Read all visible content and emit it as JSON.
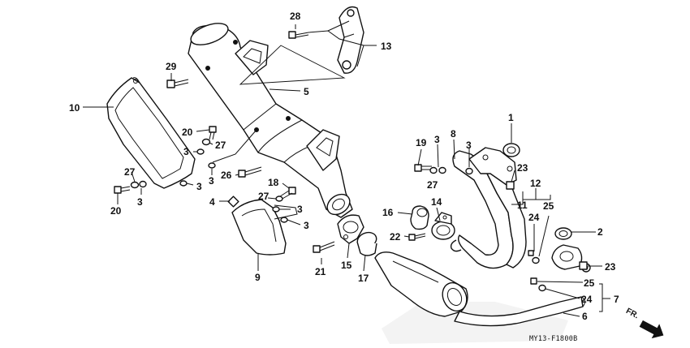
{
  "diagram_code": "MY13-F1800B",
  "direction_label": "FR.",
  "callouts": {
    "c1": "1",
    "c2": "2",
    "c3": "3",
    "c4": "4",
    "c5": "5",
    "c6": "6",
    "c7": "7",
    "c8": "8",
    "c9": "9",
    "c10": "10",
    "c11": "11",
    "c12": "12",
    "c13": "13",
    "c14": "14",
    "c15": "15",
    "c16": "16",
    "c17": "17",
    "c18": "18",
    "c19": "19",
    "c20": "20",
    "c21": "21",
    "c22": "22",
    "c23": "23",
    "c24": "24",
    "c25": "25",
    "c26": "26",
    "c27": "27",
    "c28": "28",
    "c29": "29"
  }
}
